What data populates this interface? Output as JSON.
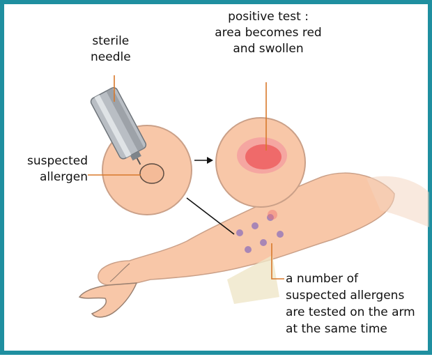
{
  "colors": {
    "frame": "#1f8fa0",
    "skin": "#f8c7a8",
    "skin_outline": "#caa088",
    "reaction": "#ef6a6a",
    "allergen_dot": "#9a7ab8",
    "leader_line": "#d8782a",
    "arrow": "#111111",
    "needle_metal": "#b9bec4"
  },
  "labels": {
    "needle": [
      "sterile",
      "needle"
    ],
    "positive": [
      "positive test :",
      "area becomes red",
      "and swollen"
    ],
    "allergen": [
      "suspected",
      "allergen"
    ],
    "arm_note": [
      "a number of",
      "suspected allergens",
      "are tested on the arm",
      "at the same time"
    ]
  },
  "icons": {
    "needle": "syringe-needle-icon",
    "skin_before": "skin-circle-before-icon",
    "skin_after": "skin-circle-after-icon",
    "arm": "arm-icon"
  }
}
